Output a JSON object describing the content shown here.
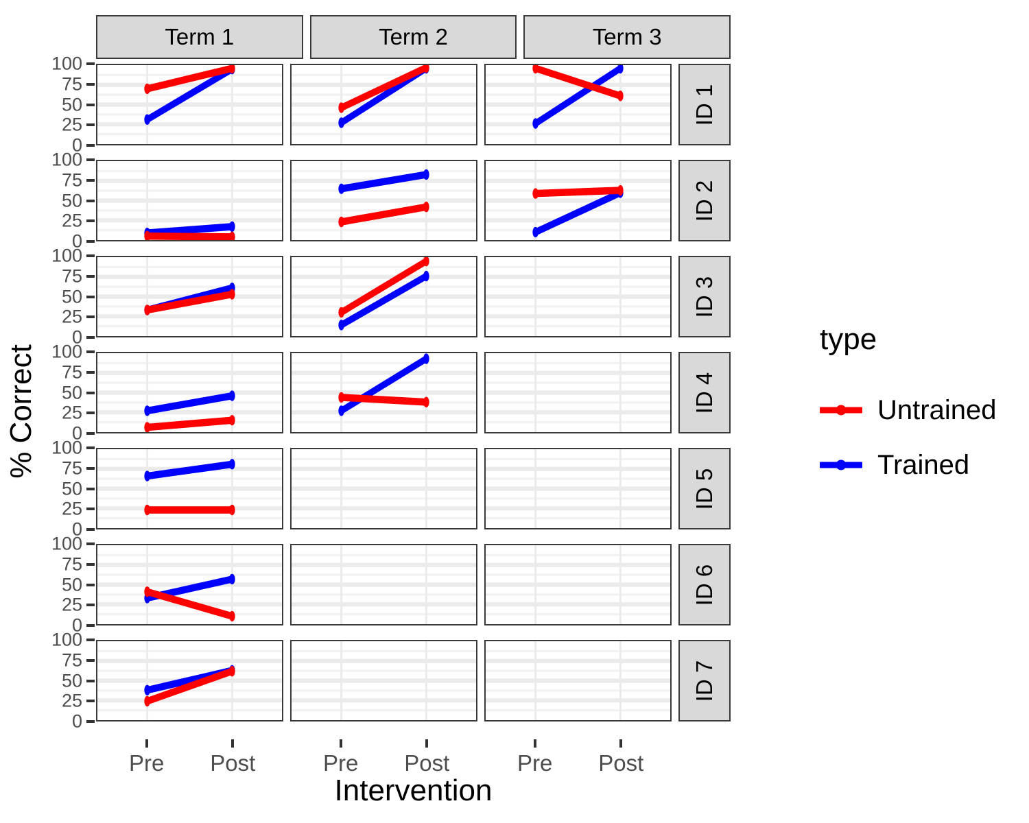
{
  "chart_data": {
    "type": "line",
    "title": "",
    "xlabel": "Intervention",
    "ylabel": "% Correct",
    "x": [
      "Pre",
      "Post"
    ],
    "ylim": [
      0,
      100
    ],
    "yticks": [
      0,
      25,
      50,
      75,
      100
    ],
    "grid": true,
    "legend_title": "type",
    "legend_position": "right",
    "facet_col_label": "Term",
    "facet_row_label": "ID",
    "col_facets": [
      "Term 1",
      "Term 2",
      "Term 3"
    ],
    "row_facets": [
      "ID 1",
      "ID 2",
      "ID 3",
      "ID 4",
      "ID 5",
      "ID 6",
      "ID 7"
    ],
    "series": [
      {
        "name": "Untrained",
        "color": "#FF0000"
      },
      {
        "name": "Trained",
        "color": "#0000FF"
      }
    ],
    "panels": [
      {
        "row": "ID 1",
        "col": "Term 1",
        "lines": [
          {
            "name": "Untrained",
            "values": [
              70,
              96
            ]
          },
          {
            "name": "Trained",
            "values": [
              31,
              95
            ]
          }
        ]
      },
      {
        "row": "ID 1",
        "col": "Term 2",
        "lines": [
          {
            "name": "Untrained",
            "values": [
              46,
              97
            ]
          },
          {
            "name": "Trained",
            "values": [
              27,
              96
            ]
          }
        ]
      },
      {
        "row": "ID 1",
        "col": "Term 3",
        "lines": [
          {
            "name": "Untrained",
            "values": [
              96,
              61
            ]
          },
          {
            "name": "Trained",
            "values": [
              26,
              96
            ]
          }
        ]
      },
      {
        "row": "ID 2",
        "col": "Term 1",
        "lines": [
          {
            "name": "Untrained",
            "values": [
              5,
              4
            ]
          },
          {
            "name": "Trained",
            "values": [
              9,
              17
            ]
          }
        ]
      },
      {
        "row": "ID 2",
        "col": "Term 2",
        "lines": [
          {
            "name": "Untrained",
            "values": [
              23,
              42
            ]
          },
          {
            "name": "Trained",
            "values": [
              65,
              83
            ]
          }
        ]
      },
      {
        "row": "ID 2",
        "col": "Term 3",
        "lines": [
          {
            "name": "Untrained",
            "values": [
              59,
              63
            ]
          },
          {
            "name": "Trained",
            "values": [
              10,
              60
            ]
          }
        ]
      },
      {
        "row": "ID 3",
        "col": "Term 1",
        "lines": [
          {
            "name": "Untrained",
            "values": [
              33,
              53
            ]
          },
          {
            "name": "Trained",
            "values": [
              33,
              61
            ]
          }
        ]
      },
      {
        "row": "ID 3",
        "col": "Term 2",
        "lines": [
          {
            "name": "Untrained",
            "values": [
              30,
              95
            ]
          },
          {
            "name": "Trained",
            "values": [
              14,
              76
            ]
          }
        ]
      },
      {
        "row": "ID 3",
        "col": "Term 3",
        "lines": []
      },
      {
        "row": "ID 4",
        "col": "Term 1",
        "lines": [
          {
            "name": "Untrained",
            "values": [
              6,
              15
            ]
          },
          {
            "name": "Trained",
            "values": [
              27,
              46
            ]
          }
        ]
      },
      {
        "row": "ID 4",
        "col": "Term 2",
        "lines": [
          {
            "name": "Untrained",
            "values": [
              44,
              38
            ]
          },
          {
            "name": "Trained",
            "values": [
              27,
              93
            ]
          }
        ]
      },
      {
        "row": "ID 4",
        "col": "Term 3",
        "lines": []
      },
      {
        "row": "ID 5",
        "col": "Term 1",
        "lines": [
          {
            "name": "Untrained",
            "values": [
              23,
              23
            ]
          },
          {
            "name": "Trained",
            "values": [
              66,
              81
            ]
          }
        ]
      },
      {
        "row": "ID 5",
        "col": "Term 2",
        "lines": []
      },
      {
        "row": "ID 5",
        "col": "Term 3",
        "lines": []
      },
      {
        "row": "ID 6",
        "col": "Term 1",
        "lines": [
          {
            "name": "Untrained",
            "values": [
              41,
              10
            ]
          },
          {
            "name": "Trained",
            "values": [
              33,
              57
            ]
          }
        ]
      },
      {
        "row": "ID 6",
        "col": "Term 2",
        "lines": []
      },
      {
        "row": "ID 6",
        "col": "Term 3",
        "lines": []
      },
      {
        "row": "ID 7",
        "col": "Term 1",
        "lines": [
          {
            "name": "Untrained",
            "values": [
              24,
              62
            ]
          },
          {
            "name": "Trained",
            "values": [
              38,
              63
            ]
          }
        ]
      },
      {
        "row": "ID 7",
        "col": "Term 2",
        "lines": []
      },
      {
        "row": "ID 7",
        "col": "Term 3",
        "lines": []
      }
    ]
  },
  "axes": {
    "y_title": "% Correct",
    "x_title": "Intervention",
    "y_tick_labels": [
      "100",
      "75",
      "50",
      "25",
      "0"
    ],
    "x_tick_labels": [
      "Pre",
      "Post"
    ]
  },
  "legend": {
    "title": "type",
    "items": [
      {
        "label": "Untrained",
        "color": "#FF0000"
      },
      {
        "label": "Trained",
        "color": "#0000FF"
      }
    ]
  },
  "strips": {
    "top": [
      "Term 1",
      "Term 2",
      "Term 3"
    ],
    "right": [
      "ID 1",
      "ID 2",
      "ID 3",
      "ID 4",
      "ID 5",
      "ID 6",
      "ID 7"
    ]
  }
}
